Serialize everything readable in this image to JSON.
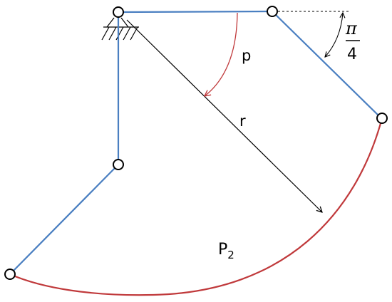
{
  "labels": {
    "p": "p",
    "r": "r",
    "P2_main": "P",
    "P2_sub": "2",
    "angle_num": "π",
    "angle_den": "4"
  },
  "colors": {
    "link": "#4a7fc1",
    "arc": "#c0393b",
    "line": "#000000",
    "background": "#ffffff"
  }
}
